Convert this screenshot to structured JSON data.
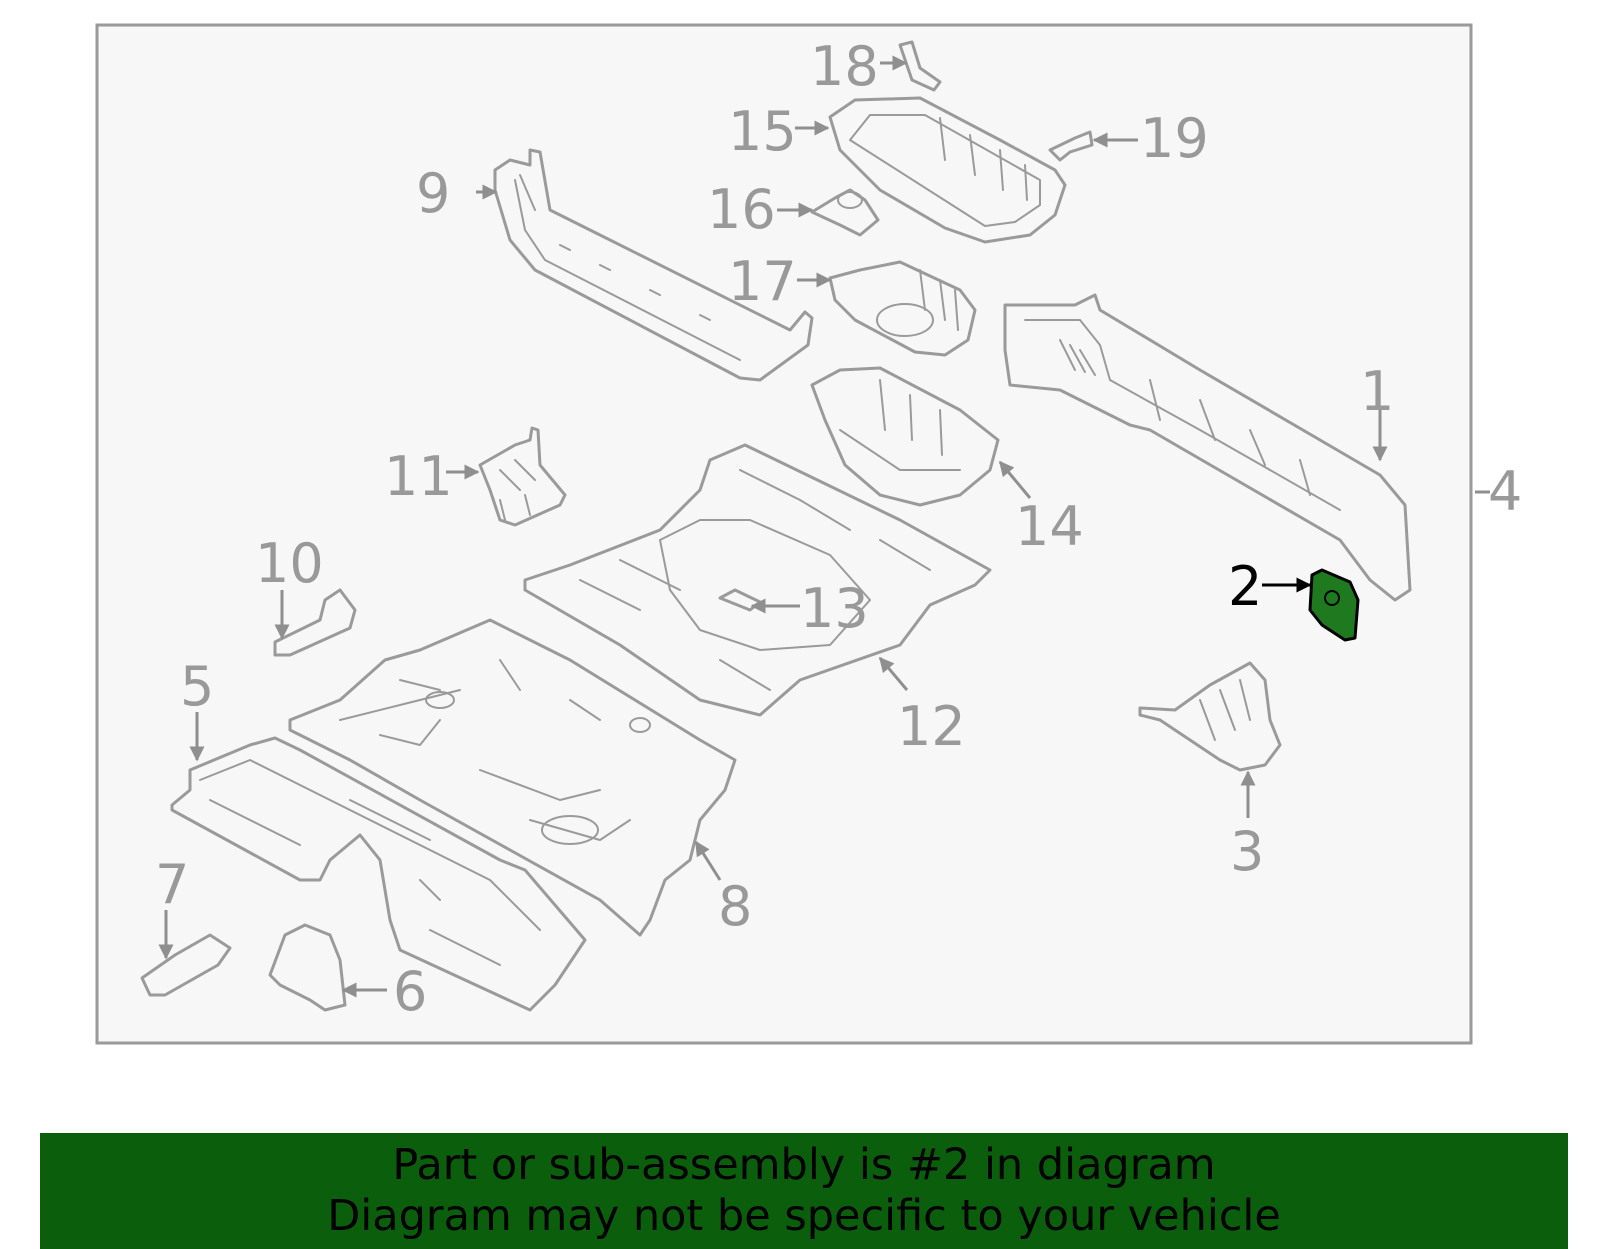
{
  "diagram": {
    "callouts": {
      "c1": "1",
      "c2": "2",
      "c3": "3",
      "c4": "4",
      "c5": "5",
      "c6": "6",
      "c7": "7",
      "c8": "8",
      "c9": "9",
      "c10": "10",
      "c11": "11",
      "c12": "12",
      "c13": "13",
      "c14": "14",
      "c15": "15",
      "c16": "16",
      "c17": "17",
      "c18": "18",
      "c19": "19"
    },
    "highlighted_part": "2",
    "colors": {
      "frame_fill": "#f7f7f7",
      "frame_stroke": "#999999",
      "part_stroke": "#9a9a9a",
      "highlight_fill": "#1f7a1f",
      "banner_bg": "#0b5e0b"
    }
  },
  "banner": {
    "line1": "Part or sub-assembly is #2 in diagram",
    "line2": "Diagram may not be specific to your vehicle"
  }
}
